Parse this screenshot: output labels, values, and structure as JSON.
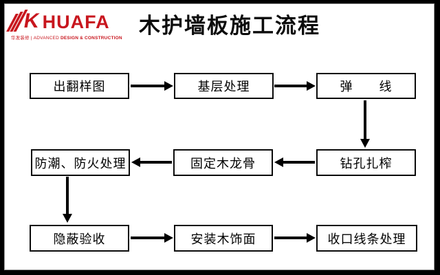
{
  "logo": {
    "mark": "K",
    "brand": "HUAFA",
    "tagline_cn": "华发装修",
    "tagline_sep": "|",
    "tagline_en1": "ADVANCED",
    "tagline_en2": "DESIGN & CONSTRUCTION",
    "brand_color": "#c8161e"
  },
  "title": "木护墙板施工流程",
  "flow": {
    "boxes": [
      {
        "id": "shop-drawing",
        "label": "出翻样图"
      },
      {
        "id": "base-treatment",
        "label": "基层处理"
      },
      {
        "id": "snap-line",
        "label": "弹　　线"
      },
      {
        "id": "drill-tenon",
        "label": "钻孔扎榨"
      },
      {
        "id": "fix-wood-keel",
        "label": "固定木龙骨"
      },
      {
        "id": "moisture-fire-treatment",
        "label": "防潮、防火处理"
      },
      {
        "id": "concealed-acceptance",
        "label": "隐蔽验收"
      },
      {
        "id": "install-wood-veneer",
        "label": "安装木饰面"
      },
      {
        "id": "edge-trim-treatment",
        "label": "收口线条处理"
      }
    ],
    "connections": [
      {
        "from": "出翻样图",
        "to": "基层处理",
        "direction": "right"
      },
      {
        "from": "基层处理",
        "to": "弹　　线",
        "direction": "right"
      },
      {
        "from": "弹　　线",
        "to": "钻孔扎榨",
        "direction": "down"
      },
      {
        "from": "钻孔扎榨",
        "to": "固定木龙骨",
        "direction": "left"
      },
      {
        "from": "固定木龙骨",
        "to": "防潮、防火处理",
        "direction": "left"
      },
      {
        "from": "防潮、防火处理",
        "to": "隐蔽验收",
        "direction": "down"
      },
      {
        "from": "隐蔽验收",
        "to": "安装木饰面",
        "direction": "right"
      },
      {
        "from": "安装木饰面",
        "to": "收口线条处理",
        "direction": "right"
      }
    ],
    "box_border_color": "#0a0a0a",
    "arrow_color": "#000000"
  }
}
